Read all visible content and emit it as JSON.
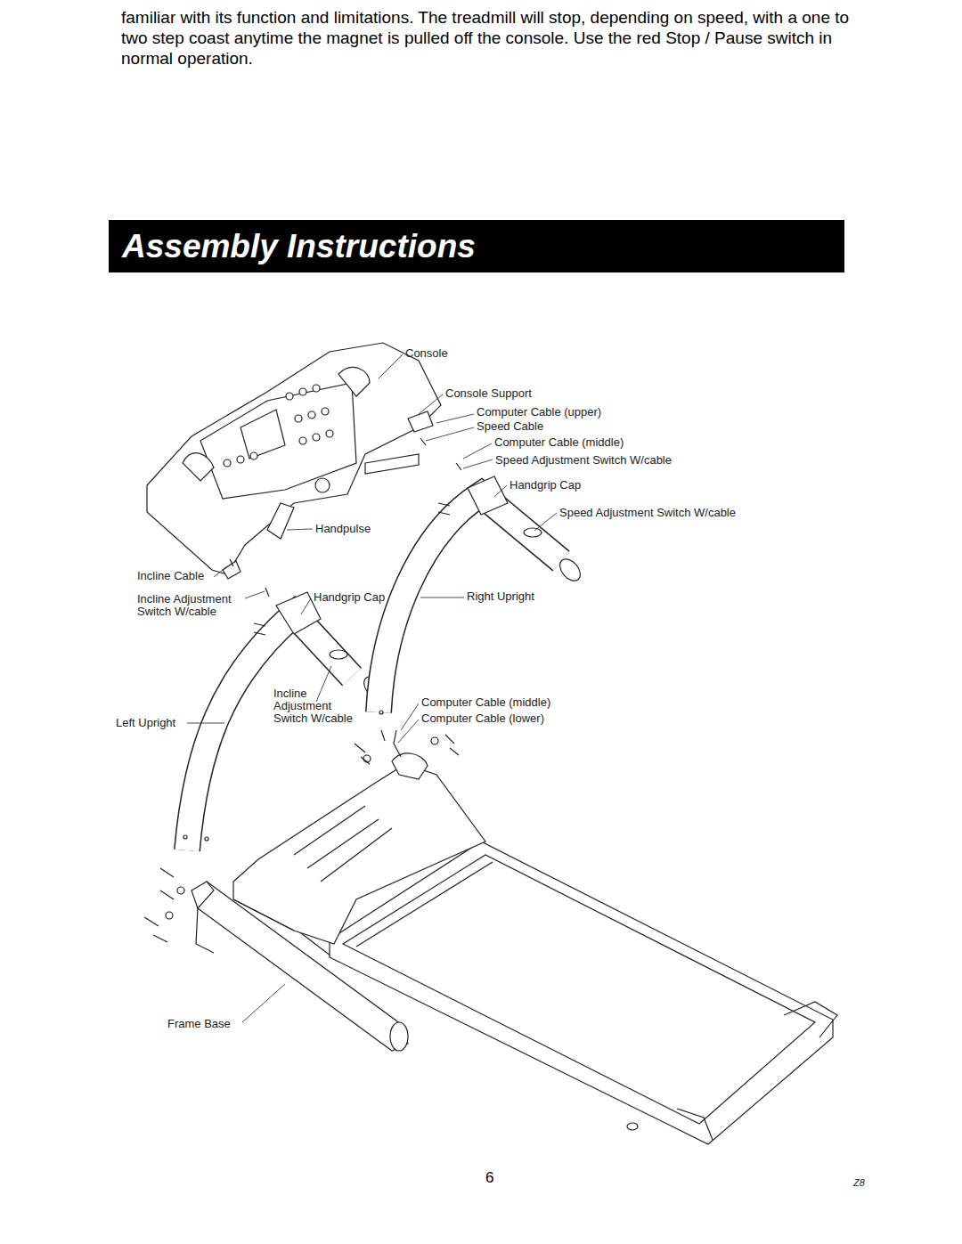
{
  "diagram": {
    "title": "Assembly Instructions",
    "labels": [
      "familiar with its function and limitations. The treadmill will stop, depending on speed, with a one to two step coast anytime the magnet is pulled off the console. Use the red Stop / Pause switch in normal operation.",
      "Console",
      "Console Support",
      "Computer Cable (upper)",
      "Speed Cable",
      "Computer Cable (middle)",
      "Speed Adjustment Switch W/cable",
      "Handgrip Cap",
      "Speed Adjustment Switch W/cable",
      "Handpulse",
      "Incline Cable",
      "Incline Adjustment Switch W/cable",
      "Handgrip Cap",
      "Right Upright",
      "Incline Adjustment Switch W/cable",
      "Left Upright",
      "Computer Cable (middle)",
      "Computer Cable (lower)",
      "Frame Base",
      "6",
      "Z8"
    ]
  }
}
